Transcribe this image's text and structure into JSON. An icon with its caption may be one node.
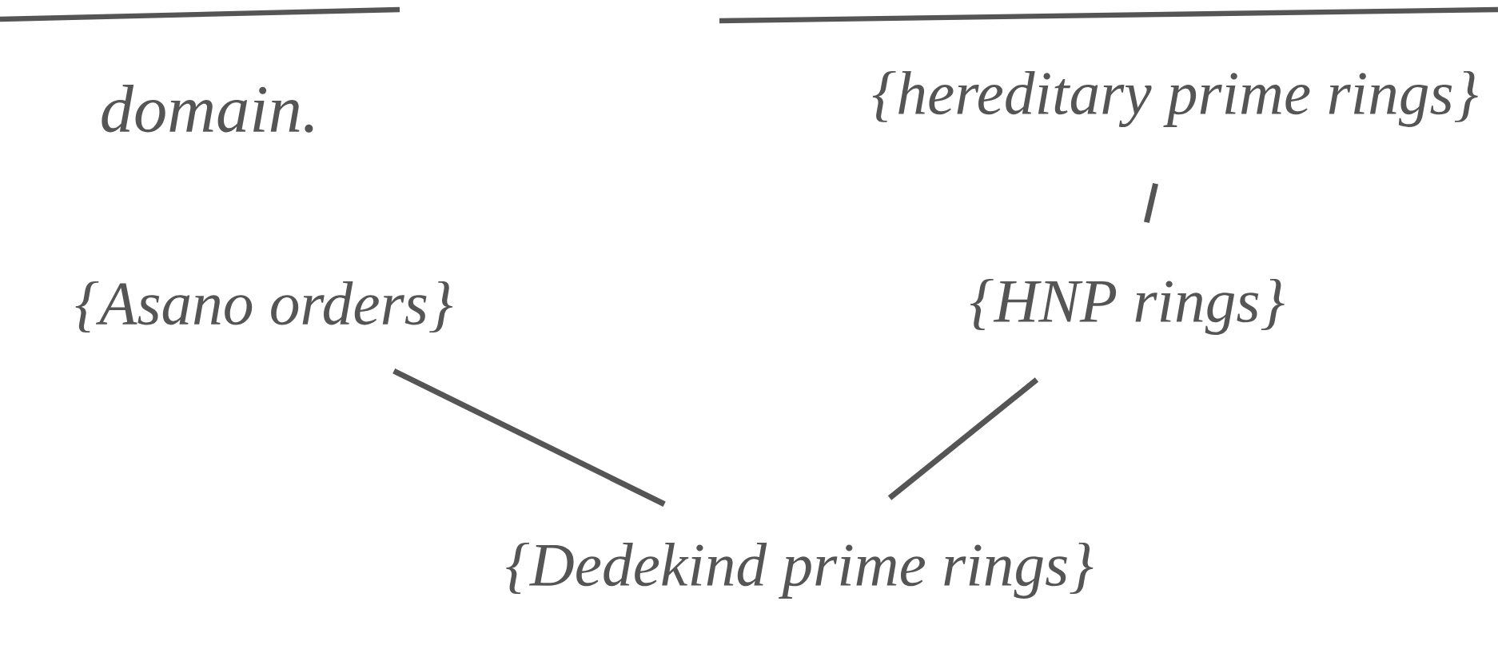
{
  "diagram": {
    "nodes": [
      {
        "text": [
          "{hereditary prime rings}"
        ]
      },
      {
        "text": [
          "{Asano orders}"
        ]
      },
      {
        "text": [
          "{HNP rings}"
        ]
      },
      {
        "text": [
          "{Dedekind prime rings}"
        ]
      }
    ],
    "edges": [
      {
        "from": 0,
        "to": 2,
        "arrow": "none"
      },
      {
        "from": 1,
        "to": 3,
        "arrow": "none"
      },
      {
        "from": 2,
        "to": 3,
        "arrow": "none"
      }
    ],
    "labels": [
      "domain."
    ]
  }
}
